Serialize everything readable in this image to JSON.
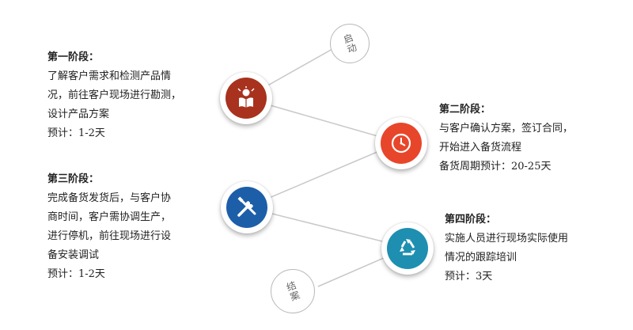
{
  "colors": {
    "stage1": "#a8321e",
    "stage2": "#e8462b",
    "stage3": "#1d5ea8",
    "stage4": "#1e8fb0",
    "connector": "#c8c8c8",
    "outline": "#b8b8b8"
  },
  "milestones": {
    "start": "启动",
    "end": "结案"
  },
  "stages": [
    {
      "title": "第一阶段：",
      "lines": [
        "了解客户需求和检测产品情",
        "况，前往客户现场进行勘测，",
        "设计产品方案",
        "预计：1-2天"
      ],
      "icon": "reading-person-icon"
    },
    {
      "title": "第二阶段：",
      "lines": [
        "与客户确认方案，签订合同，",
        "开始进入备货流程",
        "备货周期预计：20-25天"
      ],
      "icon": "clock-icon"
    },
    {
      "title": "第三阶段：",
      "lines": [
        "完成备货发货后，与客户协",
        "商时间，客户需协调生产，",
        "进行停机，前往现场进行设",
        "备安装调试",
        "预计：1-2天"
      ],
      "icon": "wrench-screwdriver-icon"
    },
    {
      "title": "第四阶段：",
      "lines": [
        "实施人员进行现场实际使用",
        "情况的跟踪培训",
        "预计：3天"
      ],
      "icon": "recycle-icon"
    }
  ]
}
